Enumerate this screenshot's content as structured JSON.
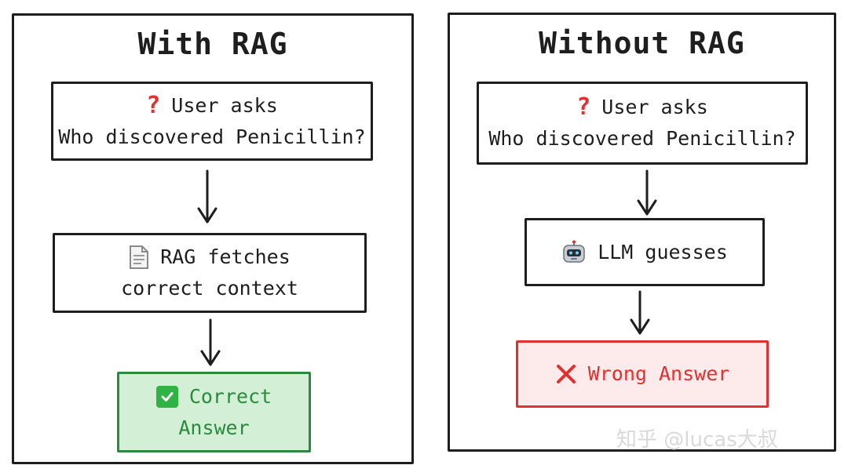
{
  "left_panel": {
    "title": "With RAG",
    "step1": {
      "icon": "red-question-mark-icon",
      "line1": "User asks",
      "line2": "Who discovered Penicillin?"
    },
    "step2": {
      "icon": "document-icon",
      "line1": "RAG fetches",
      "line2": "correct context"
    },
    "result": {
      "icon": "green-check-icon",
      "line1": "Correct",
      "line2": "Answer"
    }
  },
  "right_panel": {
    "title": "Without RAG",
    "step1": {
      "icon": "red-question-mark-icon",
      "line1": "User asks",
      "line2": "Who discovered Penicillin?"
    },
    "step2": {
      "icon": "robot-icon",
      "line1": "LLM guesses"
    },
    "result": {
      "icon": "red-cross-icon",
      "line1": "Wrong Answer"
    }
  },
  "watermark": "知乎 @lucas大叔",
  "colors": {
    "stroke": "#1e1e1e",
    "correct_fill": "#d3f0d6",
    "correct_text": "#2b8a3e",
    "wrong_fill": "#fdeaea",
    "wrong_text": "#e03131"
  }
}
